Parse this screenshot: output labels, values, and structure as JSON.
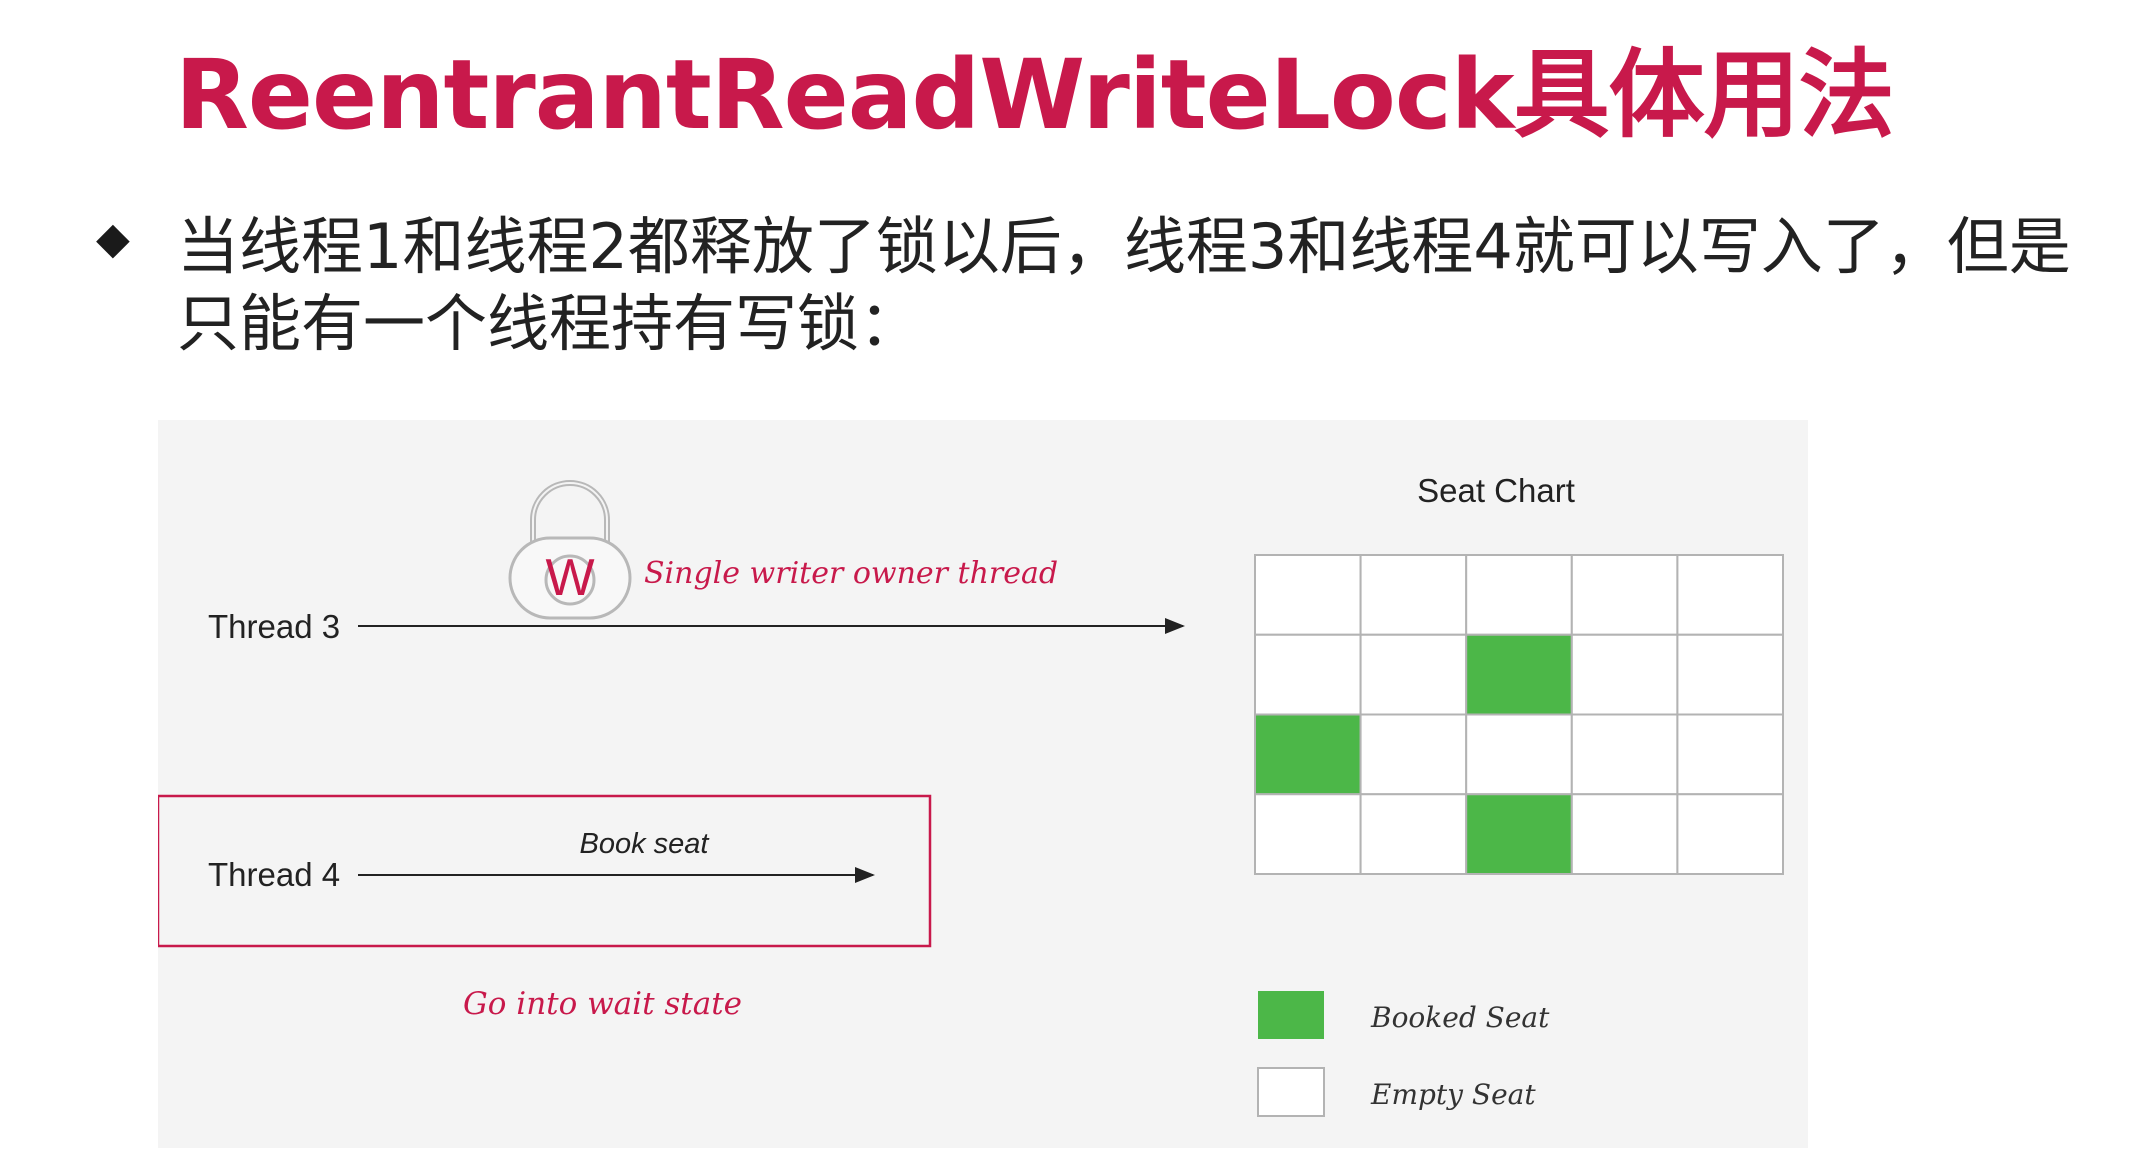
{
  "title": "ReentrantReadWriteLock具体用法",
  "bullet_text_line1": "当线程1和线程2都释放了锁以后，线程3和线程4就可以写入了，但是",
  "bullet_text_line2": "只能有一个线程持有写锁：",
  "diagram": {
    "lock_letter": "W",
    "lock_caption": "Single writer owner thread",
    "thread3_label": "Thread 3",
    "thread4_label": "Thread 4",
    "thread4_arrow_label": "Book seat",
    "wait_caption": "Go into wait state",
    "seat_chart_title": "Seat Chart",
    "seat_grid": {
      "rows": 4,
      "cols": 5,
      "booked": [
        [
          1,
          2
        ],
        [
          2,
          0
        ],
        [
          3,
          2
        ]
      ]
    },
    "legend": [
      {
        "label": "Booked Seat",
        "color": "#4cb748"
      },
      {
        "label": "Empty Seat",
        "color": "#ffffff"
      }
    ],
    "colors": {
      "accent": "#c8194b",
      "booked": "#4cb748",
      "grid_line": "#b3b3b3",
      "panel_bg": "#f4f4f4"
    }
  }
}
